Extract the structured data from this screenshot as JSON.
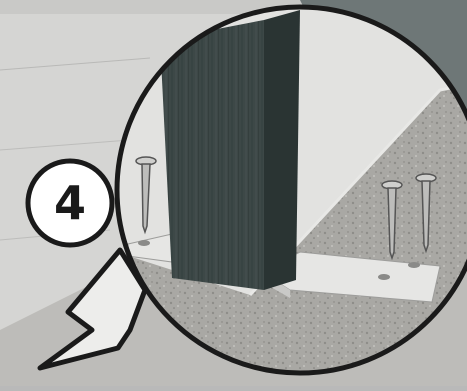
{
  "illustration": {
    "step_number": "4",
    "icons": [
      "wood-post",
      "screw",
      "mounting-bracket",
      "magnifier-callout",
      "leader-arrow"
    ],
    "colors": {
      "post": "#3c4646",
      "post_edge": "#27302f",
      "bracket": "#e3e3e1",
      "concrete": "#a7a6a2",
      "wall": "#d6d6d4",
      "outline": "#1a1a1a"
    }
  }
}
